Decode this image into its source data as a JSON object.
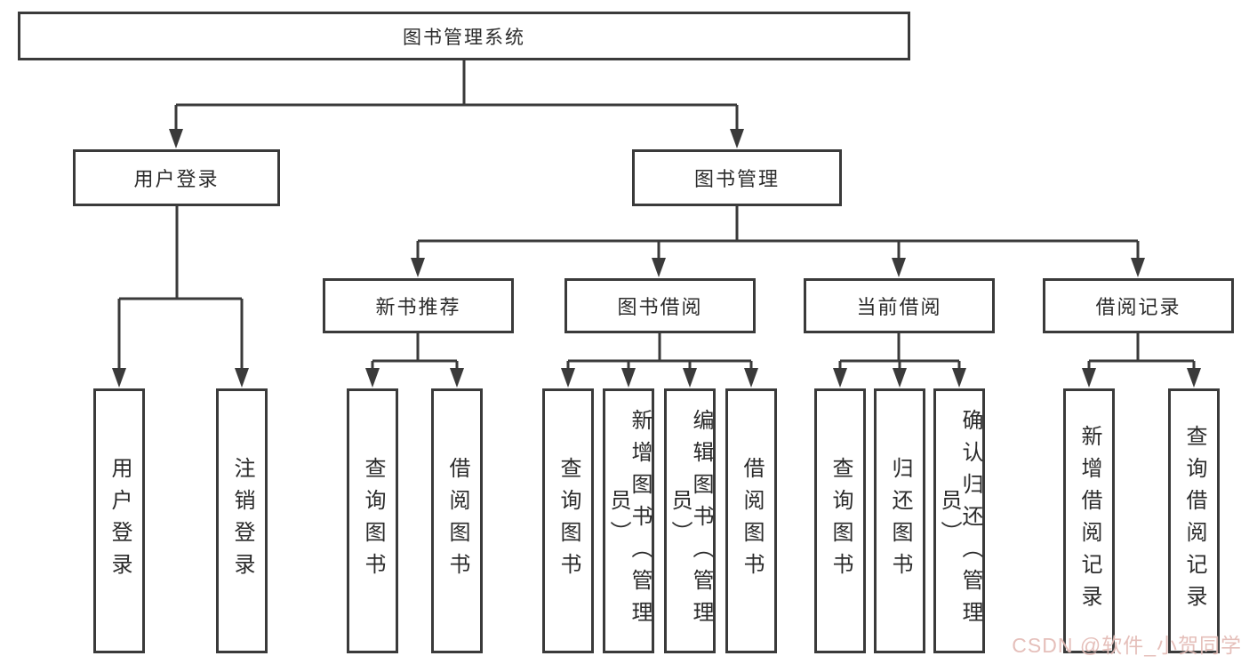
{
  "diagram_title": "图书管理系统",
  "nodes": {
    "root": "图书管理系统",
    "user_login": "用户登录",
    "book_management": "图书管理",
    "new_book_recommend": "新书推荐",
    "book_borrowing": "图书借阅",
    "current_borrowing": "当前借阅",
    "borrowing_records": "借阅记录",
    "leaf_user_login": "用户登录",
    "leaf_logout": "注销登录",
    "leaf_nb_query_books": "查询图书",
    "leaf_nb_borrow_books": "借阅图书",
    "leaf_bb_query_books": "查询图书",
    "leaf_bb_add_books": "新增图书（管理员）",
    "leaf_bb_edit_books": "编辑图书（管理员）",
    "leaf_bb_borrow_books": "借阅图书",
    "leaf_cb_query_books": "查询图书",
    "leaf_cb_return_books": "归还图书",
    "leaf_cb_confirm_return": "确认归还（管理员）",
    "leaf_br_add_record": "新增借阅记录",
    "leaf_br_query_record": "查询借阅记录"
  },
  "hierarchy": {
    "图书管理系统": {
      "用户登录": [
        "用户登录",
        "注销登录"
      ],
      "图书管理": {
        "新书推荐": [
          "查询图书",
          "借阅图书"
        ],
        "图书借阅": [
          "查询图书",
          "新增图书（管理员）",
          "编辑图书（管理员）",
          "借阅图书"
        ],
        "当前借阅": [
          "查询图书",
          "归还图书",
          "确认归还（管理员）"
        ],
        "借阅记录": [
          "新增借阅记录",
          "查询借阅记录"
        ]
      }
    }
  },
  "watermark": "CSDN @软件_小贺同学",
  "colors": {
    "line": "#3a3a3a",
    "text": "#2b2b2b",
    "background": "#ffffff",
    "watermark": "#e3bab5"
  }
}
